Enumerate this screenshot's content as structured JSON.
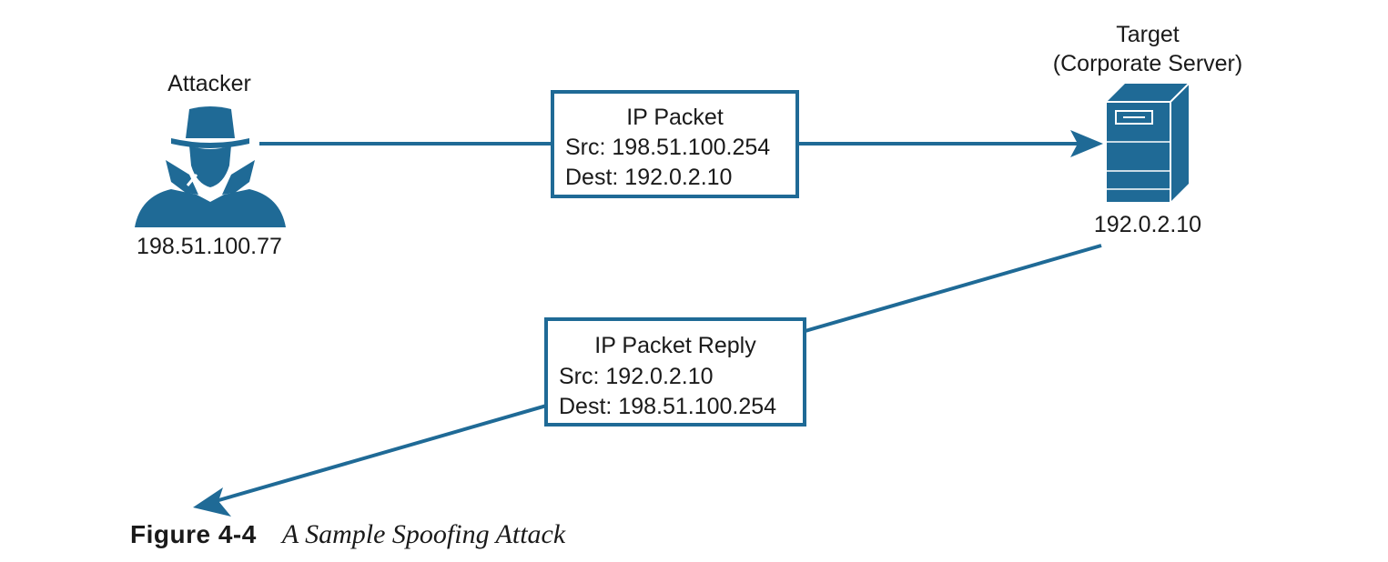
{
  "diagram": {
    "attacker": {
      "label": "Attacker",
      "ip": "198.51.100.77",
      "icon": "hacker-icon"
    },
    "target": {
      "label_line1": "Target",
      "label_line2": "(Corporate Server)",
      "ip": "192.0.2.10",
      "icon": "server-icon"
    },
    "request_packet": {
      "title": "IP Packet",
      "src": "Src: 198.51.100.254",
      "dest": "Dest: 192.0.2.10"
    },
    "reply_packet": {
      "title": "IP Packet Reply",
      "src": "Src: 192.0.2.10",
      "dest": "Dest: 198.51.100.254"
    },
    "colors": {
      "accent": "#1f6a96",
      "text": "#1a1a1a"
    }
  },
  "caption": {
    "number": "Figure 4-4",
    "title": "A Sample Spoofing Attack"
  }
}
